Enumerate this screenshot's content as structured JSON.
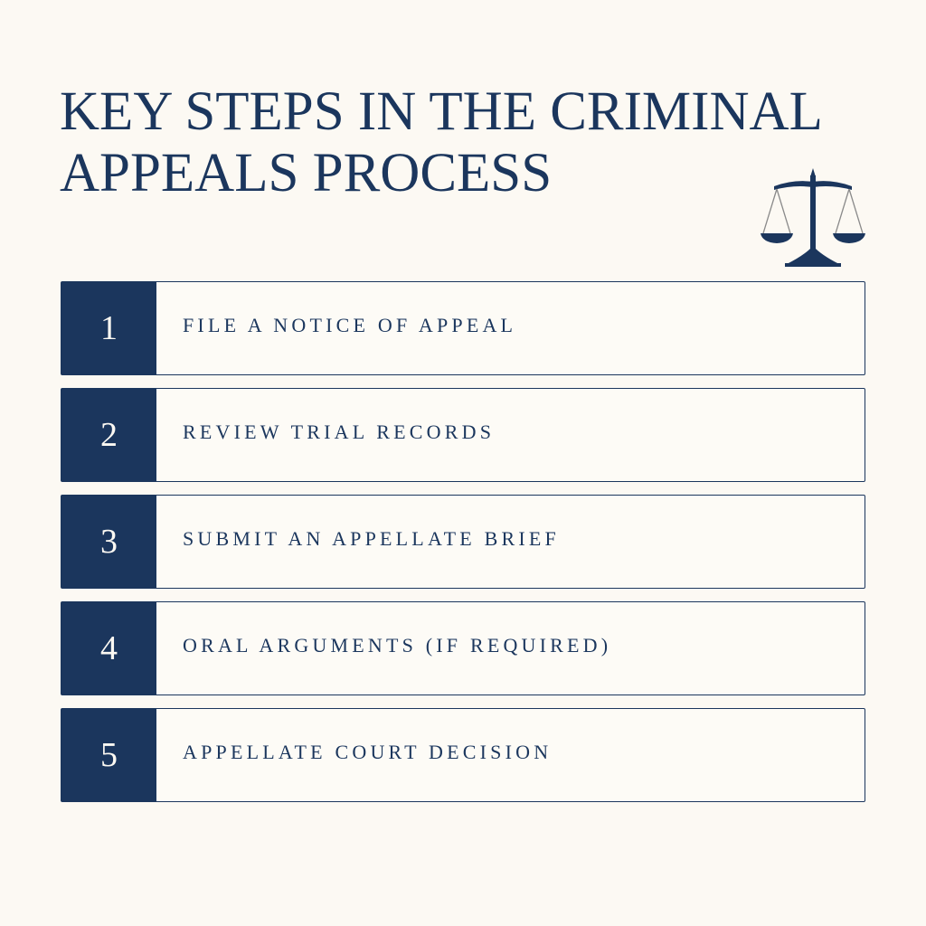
{
  "title": "KEY STEPS IN THE CRIMINAL APPEALS PROCESS",
  "icon": "scales-of-justice-icon",
  "colors": {
    "background": "#fcf9f3",
    "navy": "#1b365d",
    "light_text": "#fcf9f3"
  },
  "steps": [
    {
      "number": "1",
      "label": "FILE A NOTICE OF APPEAL"
    },
    {
      "number": "2",
      "label": "REVIEW TRIAL RECORDS"
    },
    {
      "number": "3",
      "label": "SUBMIT AN APPELLATE BRIEF"
    },
    {
      "number": "4",
      "label": "ORAL ARGUMENTS (IF REQUIRED)"
    },
    {
      "number": "5",
      "label": "APPELLATE COURT DECISION"
    }
  ]
}
